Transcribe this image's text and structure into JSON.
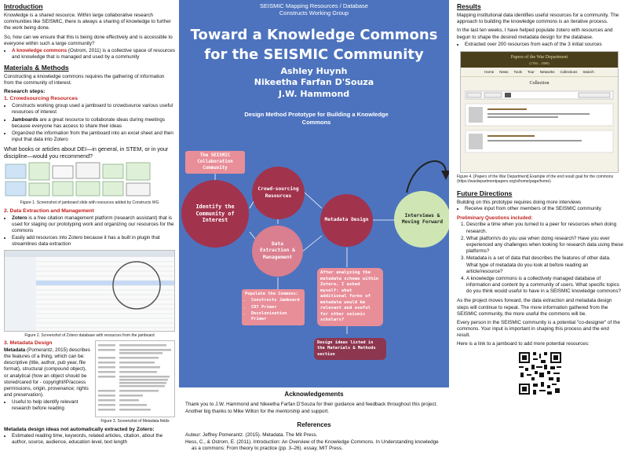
{
  "left": {
    "intro_heading": "Introduction",
    "intro_p1": "Knowledge is a shared resource. Within large collaborative research communities like SEISMIC, there is always a sharing of knowledge to further the work being done.",
    "intro_p2": "So, how can we ensure that this is being done effectively and is accessible to everyone within such a large community?",
    "intro_bullet_term": "A knowledge commons",
    "intro_bullet_rest": " (Ostrom, 2011) is a collective space of resources and knowledge that is managed and used by a community",
    "mm_heading": "Materials & Methods",
    "mm_p": "Constructing a knowledge commons requires the gathering of information from the community of interest.",
    "steps_heading": "Research steps:",
    "step1": "1.  Crowdsourcing Resources",
    "step1_b1": "Constructs working group used a jamboard to crowdsource various useful resources of interest",
    "step1_b2_term": "Jamboards",
    "step1_b2_rest": " are a great resource to collaborate ideas during meetings because everyone has access to share their ideas",
    "step1_b3": "Organized the information from the jamboard into an excel sheet and then input that data into Zotero",
    "jam_question": "What books or articles about DEI—in general, in STEM, or in your discipline—would you recommend?",
    "fig1_caption": "Figure 1. Screenshot of jamboard slide with resources added by Constructs WG",
    "step2": "2.  Data Extraction and Management",
    "step2_b1_term": "Zotero",
    "step2_b1_rest": " is a free citation management platform (research assistant) that is used for staging our prototyping work and organizing our resources for the commons",
    "step2_b2": "Easily add resources into Zotero because it has a built in plugin that streamlines data extraction",
    "fig2_caption": "Figure 2. Screenshot of Zotero database with resources from the jamboard",
    "step3": "3.  Metadata Design",
    "meta_term": "Metadata",
    "meta_rest": " (Pomerantz, 2015) describes the features of a thing, which can be: descriptive (title, author, pub year, file format), structural (compound object), or analytical (how an object should be stored/cared for - copyright/IP/access permissions, origin, provenance; rights and preservation).",
    "meta_b1": "Useful to help identify relevant research before reading",
    "fig3_caption": "Figure 3. Screenshot of Metadata fields",
    "meta_auto": "Metadata design ideas not automatically extracted by Zotero:",
    "meta_auto_b1": "Estimated reading time, keywords, related articles, citation, about the author, source, audience, education level, text length"
  },
  "mid": {
    "header_line1": "SEISMIC Mapping Resources / Database",
    "header_line2": "Constructs Working Group",
    "title": "Toward a Knowledge Commons for the SEISMIC Community",
    "author1": "Ashley Huynh",
    "author2": "Nikeetha Farfan D'Souza",
    "author3": "J.W. Hammond",
    "subtitle": "Design Method Prototype for Building a Knowledge Commons",
    "box_collab": "The SEISMIC Collaboration Community",
    "circle_identify": "Identify the Community of Interest",
    "circle_crowd": "Crowd-sourcing Resources",
    "circle_extract": "Data Extraction & Management",
    "circle_meta": "Metadata Design",
    "circle_interviews": "Interviews & Moving Forward",
    "box_populate_title": "Populate the Commons:",
    "box_populate_items": [
      "Constructs Jamboard",
      "CRT Primer",
      "Decolonization Primer"
    ],
    "box_question": "After analyzing the metadata scheme within Zotero, I asked myself: what additional forms of metadata would be relevant and useful for other seismic scholars?",
    "box_ideas": "Design ideas listed in the Materials & Methods section",
    "ack_heading": "Acknowledgements",
    "ack_text": "Thank you to J.W. Hammond and Nikeetha Farfan D'Souza for their guidance and feedback throughout this project. Another big thanks to Mike Wilton for the mentorship and support.",
    "ref_heading": "References",
    "ref1": "Auteur: Jeffrey Pomerantz. (2015). Metadata. The Mit Press.",
    "ref2": "Hess, C., & Ostrom, E. (2011). Introduction: An Overview of the Knowledge Commons. In Understanding knowledge as a commons: From theory to practice (pp. 3–26). essay, MIT Press."
  },
  "right": {
    "results_heading": "Results",
    "res_p1": "Mapping institutional data identifies useful resources for a community. The approach to building the knowledge commons is an iterative process.",
    "res_p2": "In the last ten weeks, I have helped populate zotero with resources and begun to shape the desired metadata design for the database.",
    "res_b1": "Extracted over 200 resources from each of the 3 initial sources",
    "web_banner": "Papers of the War Department",
    "web_banner_years": "(1784 – 1800)",
    "web_nav": [
      "Home",
      "News",
      "Tools",
      "Tour",
      "Networks",
      "Collections",
      "Search"
    ],
    "web_collection": "Collection",
    "web_doc_title": "Papers of the War Department",
    "web_doc_title2": "Transcription",
    "fig4_caption": "Figure 4. [Papers of the War Department]  Example of the end result goal for the commons (https://wardepartmentpapers.org/s/home/page/home)",
    "future_heading": "Future Directions",
    "fut_p1": "Building on this prototype requires doing more interviews",
    "fut_b1": "Receive input from other members of the SEISMIC community",
    "prelim_heading": "Preliminary Questions included:",
    "questions": [
      "Describe a time when you turned to a peer for resources when doing research.",
      "What platform/s do you use when doing research? Have you ever experienced any challenges when looking for research data using these platforms?",
      "Metadata is a set of data that describes the features of other data. What type of metadata do you look at before reading an article/resource?",
      "A knowledge commons is a collectively managed database of information and content by a community of users.  What specific topics do you think would useful to have in a SEISMIC knowledge commons?"
    ],
    "fut_p2": "As the project moves forward, the data extraction and metadata design steps will continue to repeat. The more information gathered from the SEISMIC community, the more useful the commons will be.",
    "fut_p3": "Every person in the SEISMIC community is a potential \"co-designer\" of the commons. Your input is important in shaping this process and the end result.",
    "fut_p4": "Here is a link to a jamboard to add more potential resources:"
  }
}
